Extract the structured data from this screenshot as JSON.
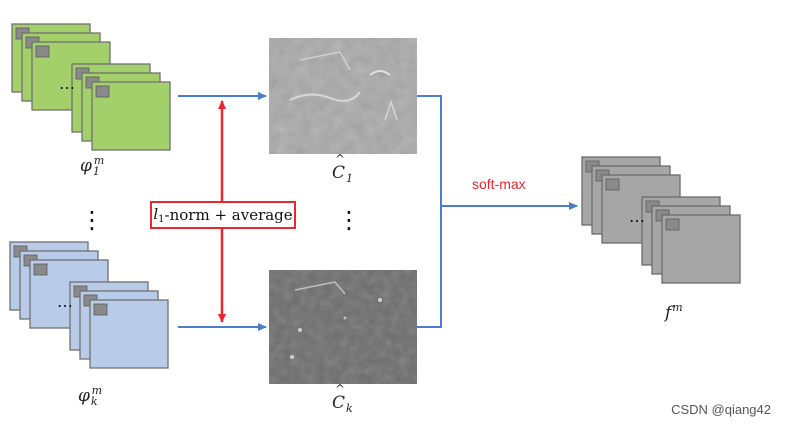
{
  "colors": {
    "green_fill": "#a3d06a",
    "green_stroke": "#707070",
    "blue_fill": "#b8cbe8",
    "blue_stroke": "#707070",
    "gray_fill": "#a6a6a6",
    "gray_stroke": "#6b6b6b",
    "thumb": "#8a8a8a",
    "arrow_blue": "#4a7ec8",
    "arrow_red": "#e8272f"
  },
  "labels": {
    "phi_1": {
      "base": "φ",
      "sub": "1",
      "sup": "m"
    },
    "phi_k": {
      "base": "φ",
      "sub": "k",
      "sup": "m"
    },
    "c_1": {
      "base": "C",
      "sub": "1"
    },
    "c_k": {
      "base": "C",
      "sub": "k"
    },
    "f_m": {
      "base": "f",
      "sup": "m"
    },
    "dots_vertical": "⋮",
    "dots_horizontal": "…",
    "norm_l": "l",
    "norm_sub": "1",
    "norm_text": "-norm + average",
    "softmax": "soft-max"
  },
  "watermark": "CSDN @qiang42"
}
